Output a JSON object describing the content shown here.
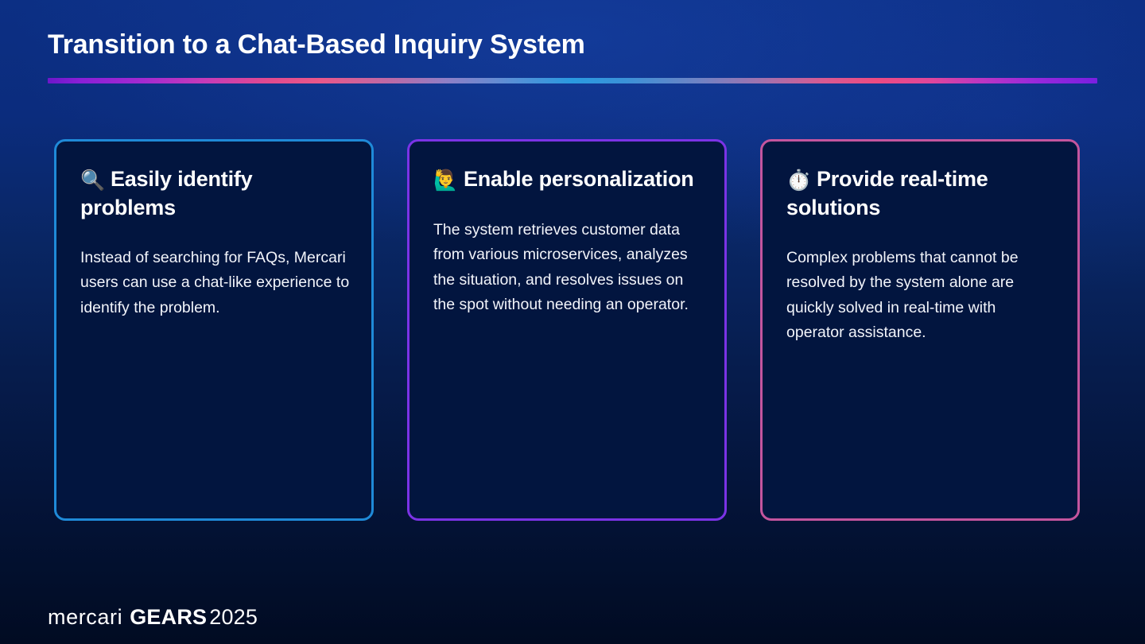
{
  "slide": {
    "title": "Transition to a Chat-Based Inquiry System",
    "divider_colors": {
      "purple": "#7a1fe0",
      "magenta": "#bc36c2",
      "pink": "#ec4b82",
      "blue": "#2a9ae0"
    },
    "background": {
      "top": "#0c2f84",
      "bottom": "#010b22"
    }
  },
  "cards": [
    {
      "icon": "magnifying-glass-icon",
      "emoji": "🔍",
      "title": "Easily identify problems",
      "body": "Instead of searching for FAQs, Mercari users can use a chat-like experience to identify the problem.",
      "accent_color": "#1f8ad8",
      "background_color": "#02153f"
    },
    {
      "icon": "person-raising-hand-icon",
      "emoji": "🙋‍♂️",
      "title": "Enable personalization",
      "body": "The system retrieves customer data from various microservices, analyzes the situation, and resolves issues on the spot without needing an operator.",
      "accent_color": "#7b33e6",
      "background_color": "#02153f"
    },
    {
      "icon": "stopwatch-icon",
      "emoji": "⏱️",
      "title": "Provide real-time solutions",
      "body": "Complex problems that cannot be resolved by the system alone are quickly solved in real-time with operator assistance.",
      "accent_color": "#c4559e",
      "background_color": "#02153f"
    }
  ],
  "footer": {
    "brand": "mercari",
    "event": "GEARS",
    "year": "2025"
  }
}
